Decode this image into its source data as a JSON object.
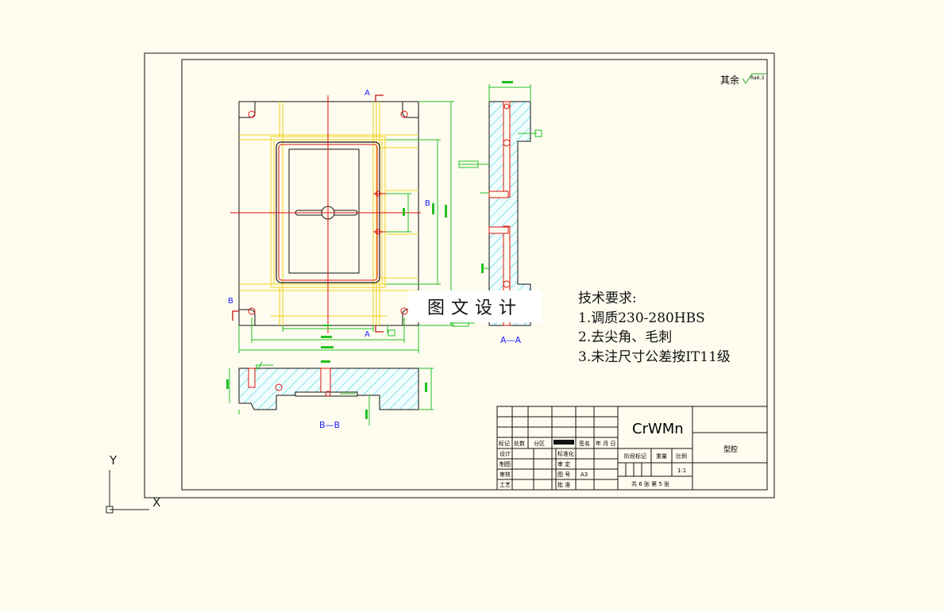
{
  "sheet": {
    "other_surfaces_label": "其余",
    "roughness_mark": "Ra6.3"
  },
  "views": {
    "section_a_label": "A",
    "section_b_label": "B",
    "section_aa_title": "A—A",
    "section_bb_title": "B—B"
  },
  "watermark": "图文设计",
  "tech_requirements": {
    "title": "技术要求:",
    "items": [
      "1.调质230-280HBS",
      "2.去尖角、毛刺",
      "3.未注尺寸公差按IT11级"
    ]
  },
  "title_block": {
    "material": "CrWMn",
    "part_name": "型腔",
    "col_mark": "标记",
    "col_count": "处数",
    "col_zone": "分区",
    "col_sign": "签名",
    "col_date": "年 月 日",
    "row_design": "设计",
    "row_standardize": "标准化",
    "row_draw": "制图",
    "row_check": "审 定",
    "row_review": "审核",
    "row_sheet": "图 号",
    "sheet_size": "A3",
    "row_process": "工艺",
    "row_approve": "批 准",
    "stage_label": "阶段标记",
    "weight_label": "重量",
    "scale_label": "比例",
    "scale_value": "1:1",
    "sheets_label": "共 6 张 第 5 张"
  },
  "ucs": {
    "y_label": "Y",
    "x_label": "X"
  }
}
